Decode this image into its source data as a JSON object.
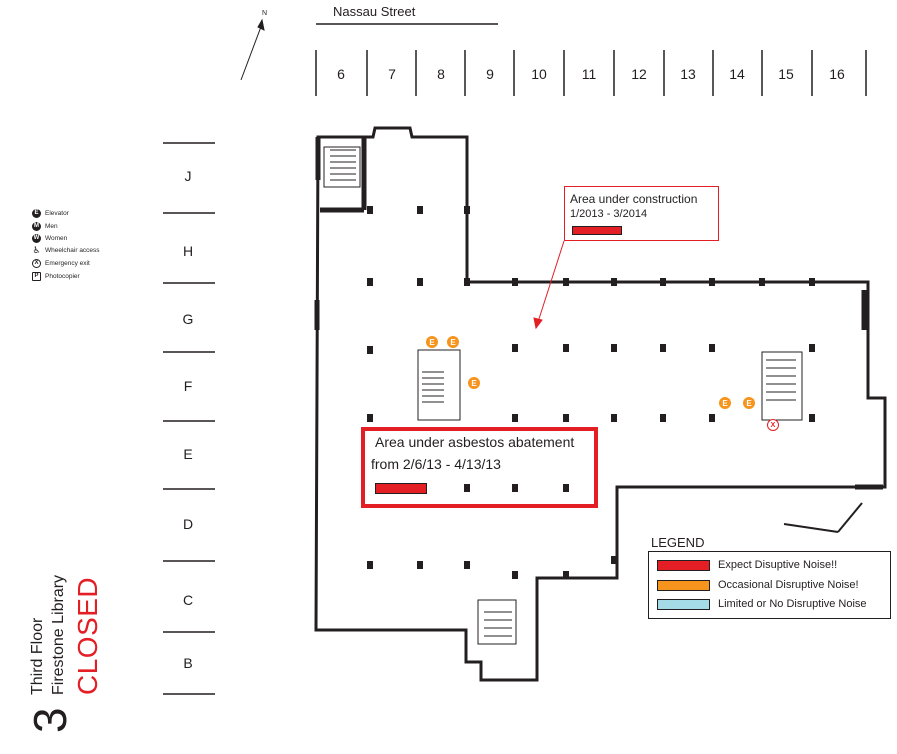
{
  "street": "Nassau Street",
  "north_label": "N",
  "columns": [
    "6",
    "7",
    "8",
    "9",
    "10",
    "11",
    "12",
    "13",
    "14",
    "15",
    "16"
  ],
  "rows": [
    "J",
    "H",
    "G",
    "F",
    "E",
    "D",
    "C",
    "B"
  ],
  "key": [
    {
      "symbol": "E",
      "label": "Elevator",
      "icon": "elevator-icon"
    },
    {
      "symbol": "M",
      "label": "Men",
      "icon": "men-restroom-icon"
    },
    {
      "symbol": "W",
      "label": "Women",
      "icon": "women-restroom-icon"
    },
    {
      "symbol": "♿",
      "label": "Wheelchair access",
      "icon": "wheelchair-icon"
    },
    {
      "symbol": "X",
      "label": "Emergency exit",
      "icon": "emergency-exit-icon"
    },
    {
      "symbol": "P",
      "label": "Photocopier",
      "icon": "photocopier-icon"
    }
  ],
  "construction": {
    "title": "Area under construction",
    "dates": "1/2013 - 3/2014"
  },
  "asbestos": {
    "title": "Area under asbestos abatement",
    "dates": "from 2/6/13 - 4/13/13"
  },
  "legend": {
    "title": "LEGEND",
    "items": [
      {
        "label": "Expect Disuptive Noise!!",
        "color": "#e31e24"
      },
      {
        "label": "Occasional Disruptive Noise!",
        "color": "#f7941d"
      },
      {
        "label": "Limited or No Disruptive Noise",
        "color": "#a5dbe6"
      }
    ]
  },
  "title_block": {
    "floor_number": "3",
    "floor_name": "Third Floor",
    "library": "Firestone Library",
    "status": "CLOSED"
  },
  "map_icons": {
    "elevator": "E",
    "exit": "X"
  },
  "colors": {
    "noise_red": "#e31e24",
    "noise_orange": "#f7941d",
    "noise_blue": "#a5dbe6",
    "ink": "#231f20"
  }
}
